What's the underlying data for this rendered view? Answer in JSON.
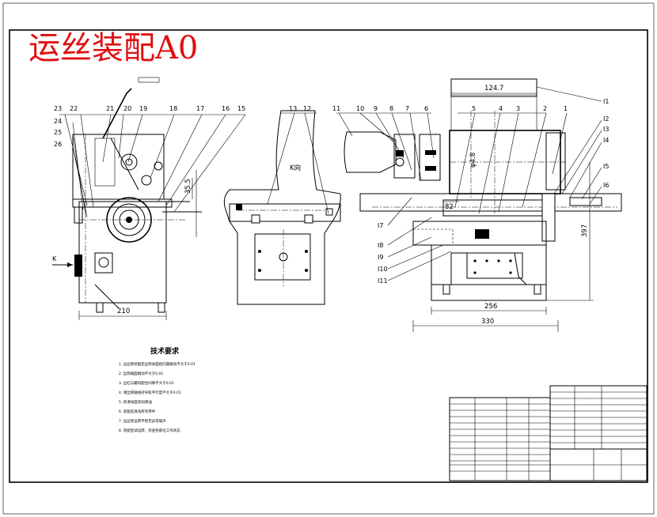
{
  "title": "运丝装配A0",
  "view_k_label": "K向",
  "arrow_label": "K",
  "side_view": {
    "part_numbers": [
      "23",
      "22",
      "21",
      "20",
      "19",
      "18",
      "17",
      "16",
      "15",
      "24",
      "25",
      "26"
    ],
    "dim_width": "210",
    "dim_height": "35.5"
  },
  "mid_view": {
    "part_numbers": [
      "13",
      "12"
    ]
  },
  "front_view": {
    "part_numbers_top": [
      "11",
      "10",
      "9",
      "8",
      "7",
      "6",
      "5",
      "4",
      "3",
      "2",
      "1"
    ],
    "part_numbers_right": [
      "I1",
      "I2",
      "I3",
      "I4",
      "I5",
      "I6"
    ],
    "part_numbers_left": [
      "I7",
      "I8",
      "I9",
      "I10",
      "I11"
    ],
    "dim_124_7": "124.7",
    "dim_256": "256",
    "dim_330": "330",
    "dim_397": "397",
    "dim_82": "82",
    "dim_phi": "φ4.8"
  },
  "tech_requirements": {
    "heading": "技术要求",
    "items": [
      "1. 运丝筒装配后丝筒表面径向圆跳动不大于0.01",
      "2. 丝筒端面跳动不大于0.01",
      "3. 丝杠与螺母配合间隙不大于0.01",
      "4. 储丝筒轴线对导轨平行度不大于0.01",
      "5. 各滑动面涂润滑油",
      "6. 装配前清洗所有零件",
      "7. 运丝筒运转平稳无异常噪声",
      "8. 装配后试运转，检查各部位工作状态"
    ]
  }
}
